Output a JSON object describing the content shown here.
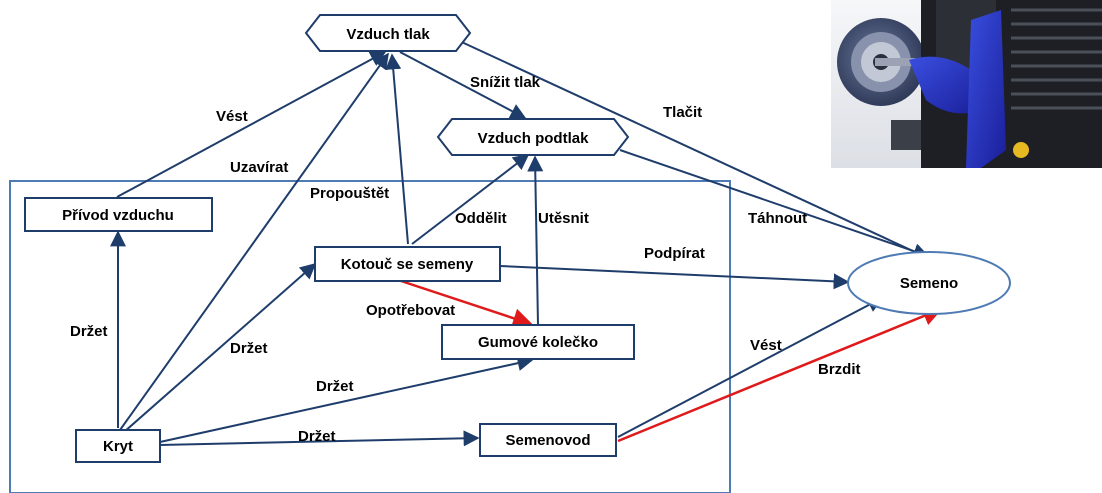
{
  "nodes": {
    "vzduch_tlak": "Vzduch tlak",
    "vzduch_podtlak": "Vzduch podtlak",
    "privod_vzduchu": "Přívod vzduchu",
    "kotouc": "Kotouč se semeny",
    "gumove_kolecko": "Gumové kolečko",
    "kryt": "Kryt",
    "semenovod": "Semenovod",
    "semeno": "Semeno"
  },
  "edges": {
    "vest_top": "Vést",
    "uzavirat": "Uzavírat",
    "propoustet": "Propouštět",
    "snizit_tlak": "Snížit tlak",
    "tlacit": "Tlačit",
    "oddelit": "Oddělit",
    "utesnit": "Utěsnit",
    "tahnout": "Táhnout",
    "podpirat": "Podpírat",
    "opotrebovat": "Opotřebovat",
    "drzet_left": "Držet",
    "drzet_kotouc": "Držet",
    "drzet_gumove": "Držet",
    "drzet_semenovod": "Držet",
    "vest_bottom": "Vést",
    "brzdit": "Brzdit"
  },
  "colors": {
    "line": "#1f3d6b",
    "negative": "#e0191b",
    "node_border": "#1f3d6b",
    "boundary": "#4f7bb5",
    "ellipse": "#4f7bb5"
  },
  "photo_icon": "seed-drill-mechanism-image"
}
